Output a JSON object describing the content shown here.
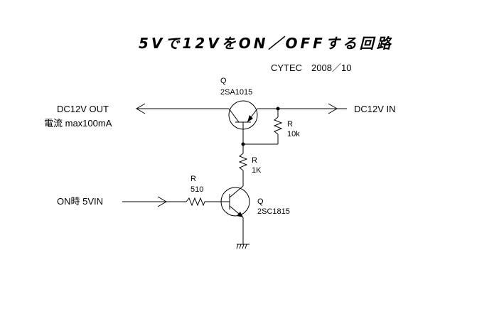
{
  "title": "5Vで12VをON／OFFする回路",
  "credit": "CYTEC　2008／10",
  "output": {
    "label": "DC12V  OUT",
    "note": "電流  max100mA"
  },
  "input": {
    "label": "DC12V  IN"
  },
  "control": {
    "label": "ON時  5VIN"
  },
  "q1": {
    "ref": "Q",
    "part": "2SA1015"
  },
  "q2": {
    "ref": "Q",
    "part": "2SC1815"
  },
  "r1": {
    "ref": "R",
    "value": "10k"
  },
  "r2": {
    "ref": "R",
    "value": "1K"
  },
  "r3": {
    "ref": "R",
    "value": "510"
  }
}
